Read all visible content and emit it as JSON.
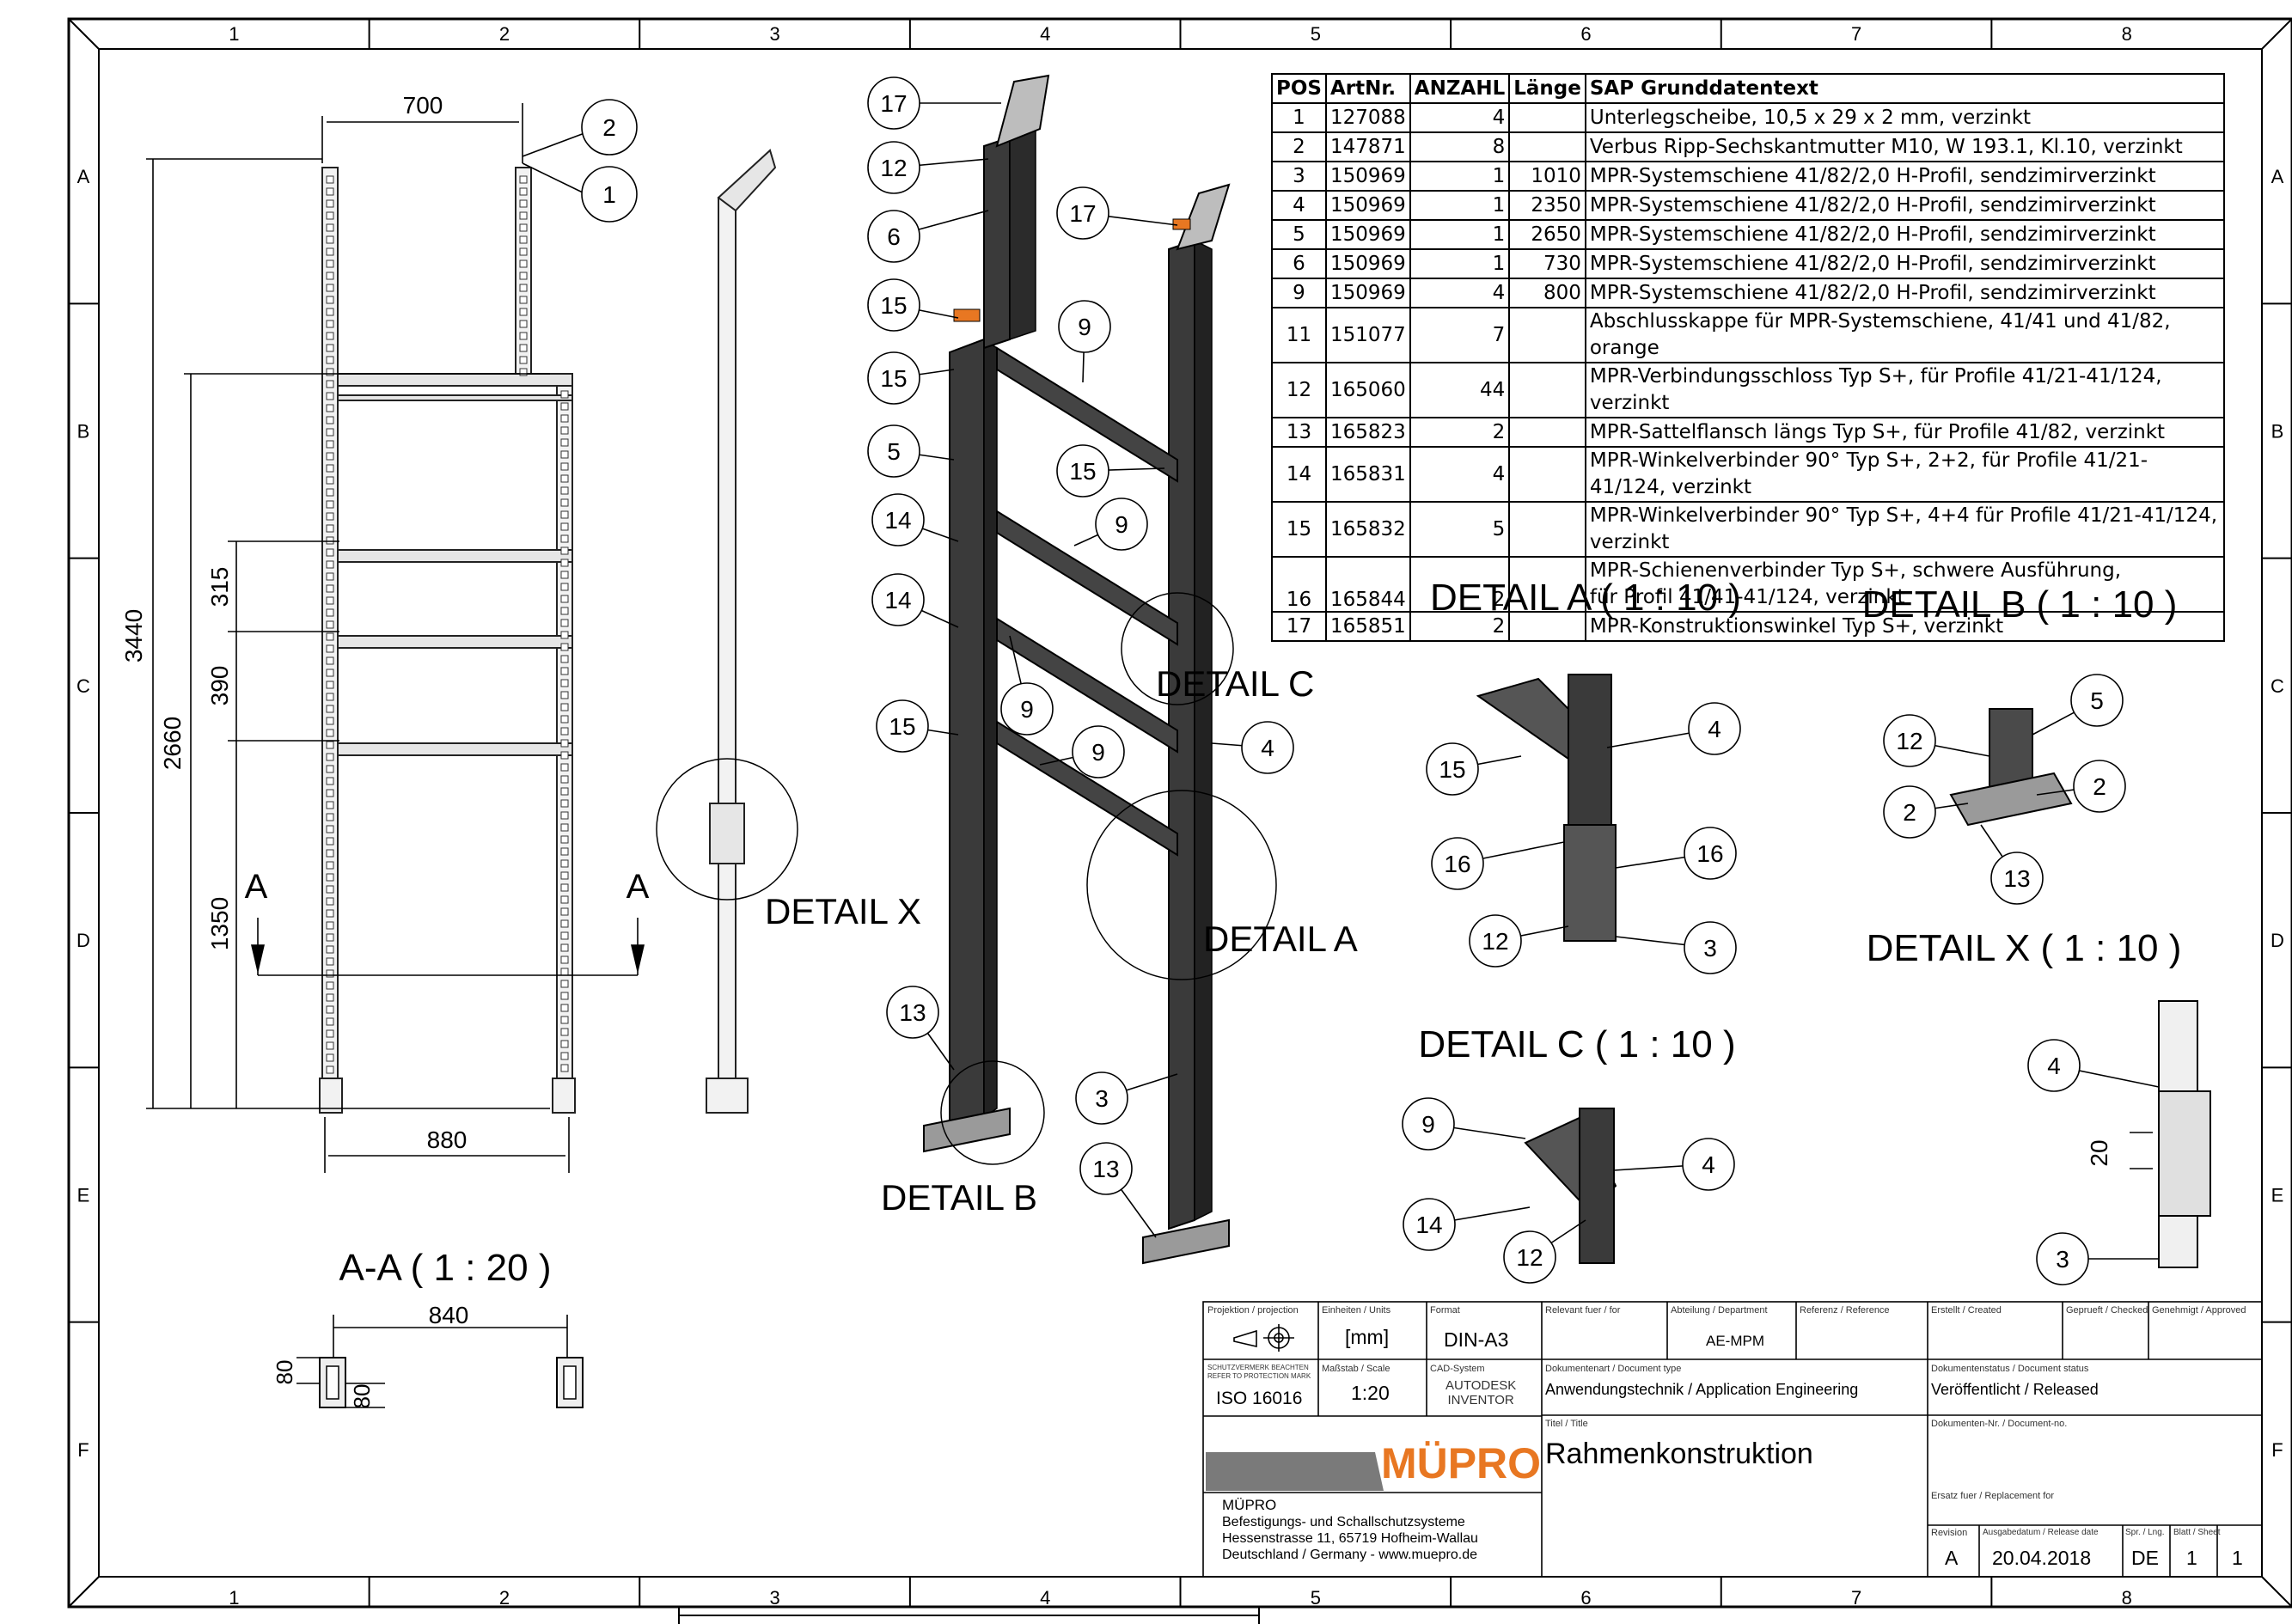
{
  "grid": {
    "columns": [
      "1",
      "2",
      "3",
      "4",
      "5",
      "6",
      "7",
      "8"
    ],
    "rows": [
      "A",
      "B",
      "C",
      "D",
      "E",
      "F"
    ]
  },
  "front_view": {
    "dims": {
      "top_width": "700",
      "bottom_width": "880",
      "height_total": "3440",
      "height_frame": "2660",
      "h1": "315",
      "h2": "390",
      "h3": "1350"
    },
    "section_label": "A",
    "balloons": [
      "2",
      "1"
    ]
  },
  "side_view": {
    "detail_label": "DETAIL X"
  },
  "section_aa": {
    "title": "A-A ( 1 : 20 )",
    "width": "840",
    "dim_a": "80",
    "dim_b": "80"
  },
  "iso_view": {
    "balloons": [
      "17",
      "12",
      "6",
      "15",
      "15",
      "5",
      "14",
      "14",
      "15",
      "17",
      "9",
      "15",
      "9",
      "9",
      "9",
      "4",
      "13",
      "3",
      "13"
    ],
    "detail_c": "DETAIL C",
    "detail_a": "DETAIL A",
    "detail_b": "DETAIL B"
  },
  "details": {
    "a": {
      "title": "DETAIL A ( 1 : 10 )",
      "balloons": [
        "15",
        "4",
        "16",
        "16",
        "12",
        "3"
      ]
    },
    "b": {
      "title": "DETAIL B ( 1 : 10 )",
      "balloons": [
        "5",
        "12",
        "2",
        "2",
        "13"
      ]
    },
    "c": {
      "title": "DETAIL C ( 1 : 10 )",
      "balloons": [
        "9",
        "4",
        "14",
        "12"
      ]
    },
    "x": {
      "title": "DETAIL X ( 1 : 10 )",
      "balloons": [
        "4",
        "3"
      ],
      "dim": "20"
    }
  },
  "parts_table": {
    "headers": [
      "POS",
      "ArtNr.",
      "ANZAHL",
      "Länge",
      "SAP Grunddatentext"
    ],
    "rows": [
      [
        "1",
        "127088",
        "4",
        "",
        "Unterlegscheibe, 10,5 x 29 x 2 mm, verzinkt"
      ],
      [
        "2",
        "147871",
        "8",
        "",
        "Verbus Ripp-Sechskantmutter M10, W 193.1, Kl.10, verzinkt"
      ],
      [
        "3",
        "150969",
        "1",
        "1010",
        "MPR-Systemschiene 41/82/2,0 H-Profil, sendzimirverzinkt"
      ],
      [
        "4",
        "150969",
        "1",
        "2350",
        "MPR-Systemschiene 41/82/2,0 H-Profil, sendzimirverzinkt"
      ],
      [
        "5",
        "150969",
        "1",
        "2650",
        "MPR-Systemschiene 41/82/2,0 H-Profil, sendzimirverzinkt"
      ],
      [
        "6",
        "150969",
        "1",
        "730",
        "MPR-Systemschiene 41/82/2,0 H-Profil, sendzimirverzinkt"
      ],
      [
        "9",
        "150969",
        "4",
        "800",
        "MPR-Systemschiene 41/82/2,0 H-Profil, sendzimirverzinkt"
      ],
      [
        "11",
        "151077",
        "7",
        "",
        "Abschlusskappe für MPR-Systemschiene, 41/41 und 41/82, orange"
      ],
      [
        "12",
        "165060",
        "44",
        "",
        "MPR-Verbindungsschloss Typ S+, für Profile 41/21-41/124, verzinkt"
      ],
      [
        "13",
        "165823",
        "2",
        "",
        "MPR-Sattelflansch längs Typ S+, für Profile 41/82, verzinkt"
      ],
      [
        "14",
        "165831",
        "4",
        "",
        "MPR-Winkelverbinder 90° Typ S+, 2+2, für Profile 41/21-41/124, verzinkt"
      ],
      [
        "15",
        "165832",
        "5",
        "",
        "MPR-Winkelverbinder 90° Typ S+, 4+4 für Profile 41/21-41/124, verzinkt"
      ],
      [
        "16",
        "165844",
        "2",
        "",
        "MPR-Schienenverbinder Typ S+, schwere Ausführung,\n für Profil 41/41-41/124, verzinkt"
      ],
      [
        "17",
        "165851",
        "2",
        "",
        "MPR-Konstruktionswinkel Typ S+, verzinkt"
      ]
    ]
  },
  "title_block": {
    "projection_label": "Projektion / projection",
    "units_label": "Einheiten / Units",
    "units": "[mm]",
    "format_label": "Format",
    "format": "DIN-A3",
    "relevant_label": "Relevant fuer / for",
    "department_label": "Abteilung / Department",
    "department": "AE-MPM",
    "reference_label": "Referenz / Reference",
    "created_label": "Erstellt / Created",
    "checked_label": "Geprueft / Checked",
    "approved_label": "Genehmigt / Approved",
    "protection_label": "SCHUTZVERMERK BEACHTEN\nREFER TO PROTECTION MARK",
    "protection": "ISO 16016",
    "scale_label": "Maßstab / Scale",
    "scale": "1:20",
    "cad_label": "CAD-System",
    "cad": "AUTODESK\nINVENTOR",
    "doctype_label": "Dokumentenart / Document type",
    "doctype": "Anwendungstechnik / Application Engineering",
    "status_label": "Dokumentenstatus / Document status",
    "status": "Veröffentlicht / Released",
    "title_label": "Titel / Title",
    "title": "Rahmenkonstruktion",
    "docno_label": "Dokumenten-Nr. / Document-no.",
    "replacement_label": "Ersatz fuer / Replacement for",
    "company_logo": "MÜPRO",
    "company": "MÜPRO",
    "address": "Befestigungs- und Schallschutzsysteme\nHessenstrasse 11, 65719 Hofheim-Wallau\nDeutschland / Germany - www.muepro.de",
    "revision_label": "Revision",
    "revision": "A",
    "date_label": "Ausgabedatum / Release date",
    "date": "20.04.2018",
    "lang_label": "Spr. / Lng.",
    "lang": "DE",
    "sheet_label": "Blatt / Sheet",
    "sheet": "1",
    "sheets": "1"
  },
  "colors": {
    "line": "#000000",
    "orange": "#e87722",
    "profile": "#3a3a3a",
    "logo_grey": "#7a7a7a"
  }
}
